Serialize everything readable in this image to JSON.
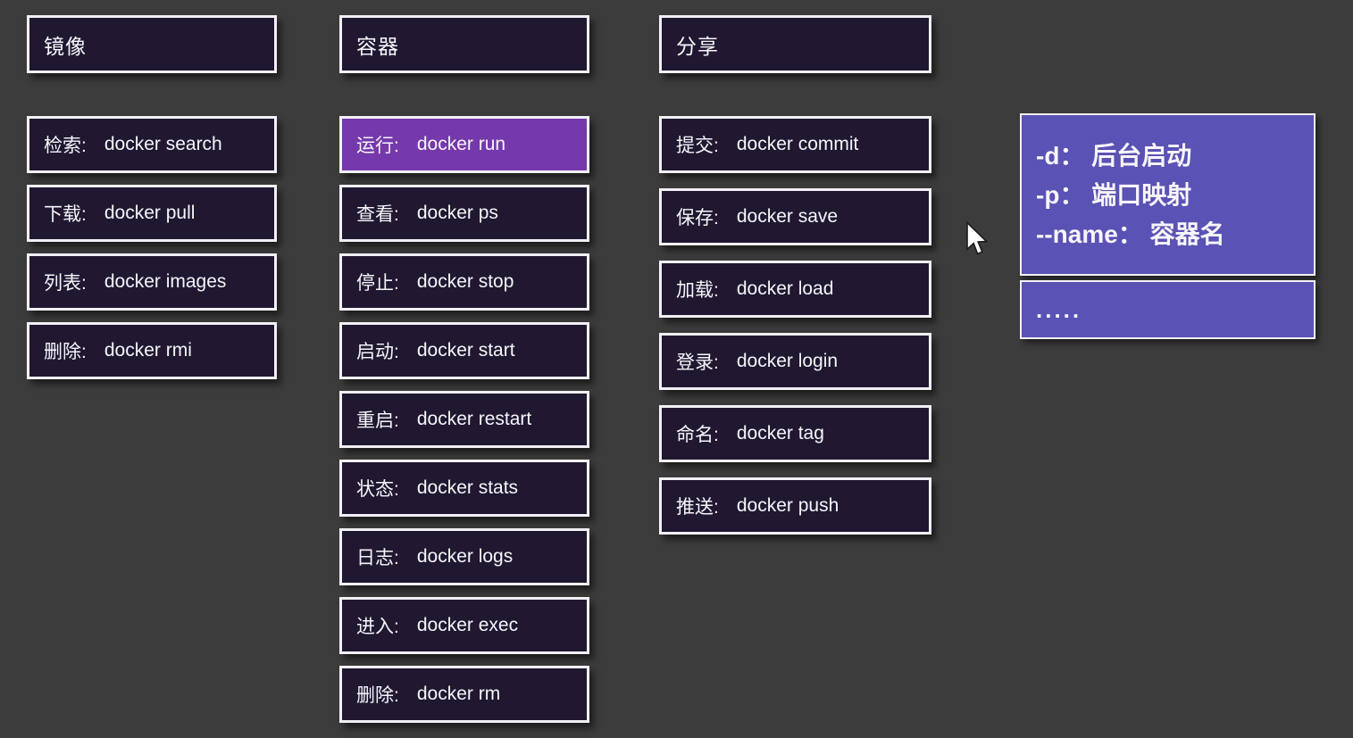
{
  "colors": {
    "background": "#3c3c3c",
    "box_background": "#201831",
    "box_border": "#f2f0f5",
    "highlight_background": "#7539ab",
    "callout_background": "#5a52b4",
    "text": "#f7f5fa"
  },
  "columns": [
    {
      "header": "镜像",
      "items": [
        {
          "label": "检索:",
          "command": "docker search"
        },
        {
          "label": "下载:",
          "command": "docker pull"
        },
        {
          "label": "列表:",
          "command": "docker images"
        },
        {
          "label": "删除:",
          "command": "docker rmi"
        }
      ]
    },
    {
      "header": "容器",
      "items": [
        {
          "label": "运行:",
          "command": "docker run",
          "highlighted": true
        },
        {
          "label": "查看:",
          "command": "docker ps"
        },
        {
          "label": "停止:",
          "command": "docker stop"
        },
        {
          "label": "启动:",
          "command": "docker start"
        },
        {
          "label": "重启:",
          "command": "docker restart"
        },
        {
          "label": "状态:",
          "command": "docker stats"
        },
        {
          "label": "日志:",
          "command": "docker logs"
        },
        {
          "label": "进入:",
          "command": "docker exec"
        },
        {
          "label": "删除:",
          "command": "docker rm"
        }
      ]
    },
    {
      "header": "分享",
      "items": [
        {
          "label": "提交:",
          "command": "docker commit"
        },
        {
          "label": "保存:",
          "command": "docker save"
        },
        {
          "label": "加载:",
          "command": "docker load"
        },
        {
          "label": "登录:",
          "command": "docker login"
        },
        {
          "label": "命名:",
          "command": "docker tag"
        },
        {
          "label": "推送:",
          "command": "docker push"
        }
      ]
    }
  ],
  "callout": {
    "lines": [
      "-d：  后台启动",
      "-p：  端口映射",
      "--name：  容器名"
    ],
    "ellipsis": "....."
  }
}
